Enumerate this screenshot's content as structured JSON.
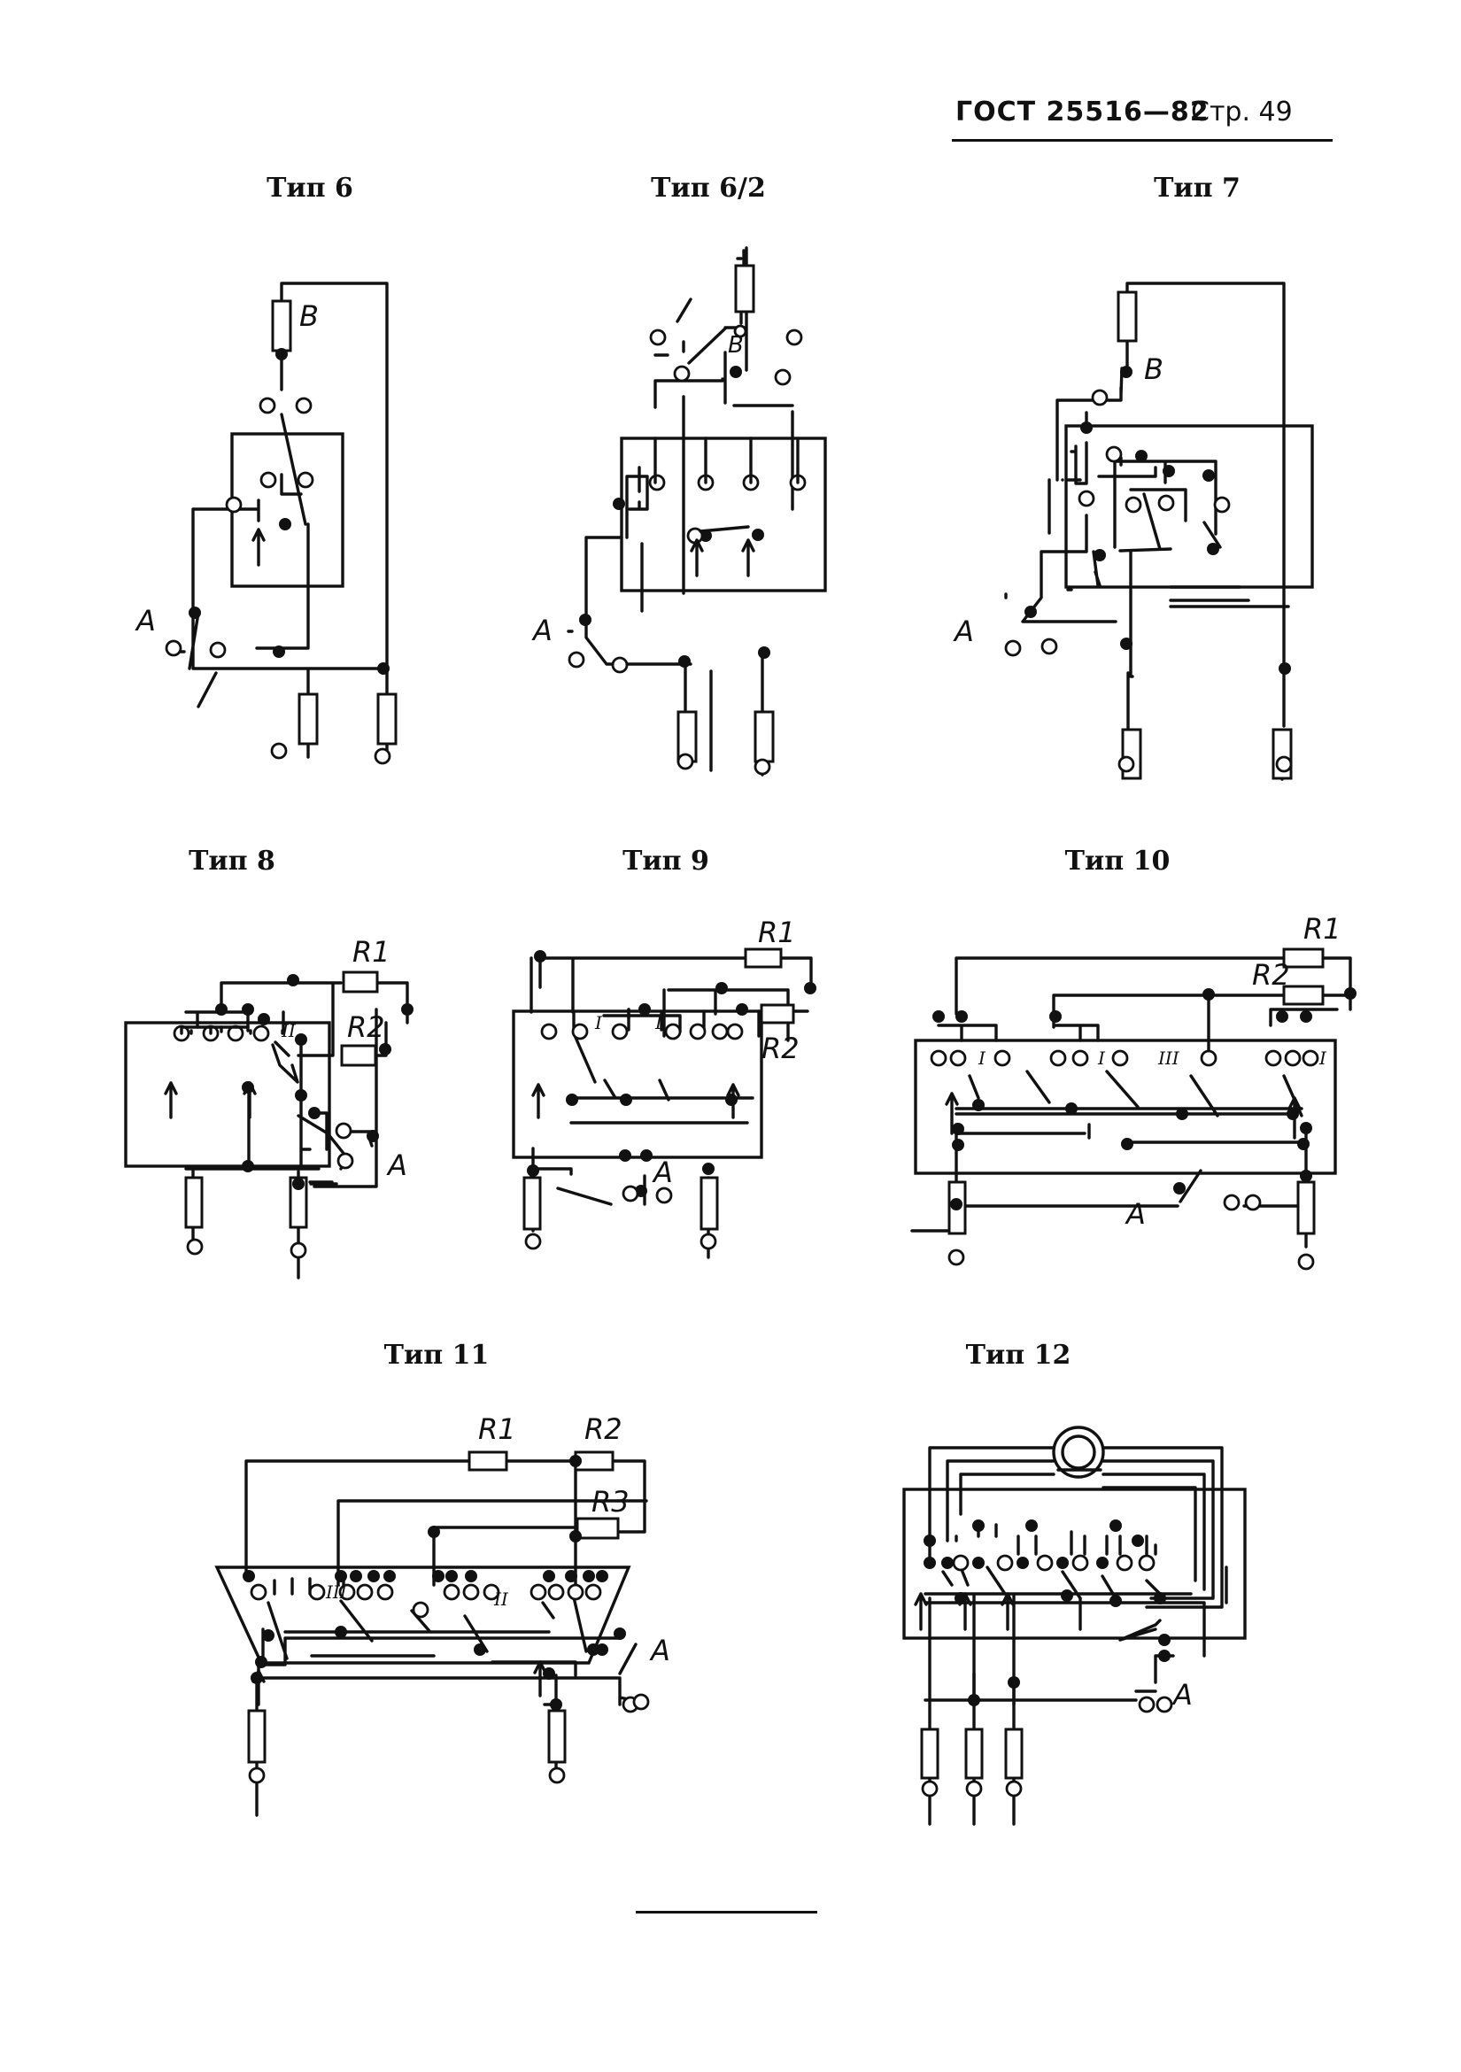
{
  "header": {
    "standard": "ГОСТ 25516—82",
    "page": "Стр. 49"
  },
  "captions": {
    "t6": "Тип 6",
    "t62": "Тип 6/2",
    "t7": "Тип 7",
    "t8": "Тип 8",
    "t9": "Тип 9",
    "t10": "Тип 10",
    "t11": "Тип 11",
    "t12": "Тип 12"
  },
  "labels": {
    "a": "A",
    "b": "B",
    "r1": "R1",
    "r2": "R2",
    "r3": "R3",
    "p1": "I",
    "p2": "II",
    "p3": "III"
  }
}
